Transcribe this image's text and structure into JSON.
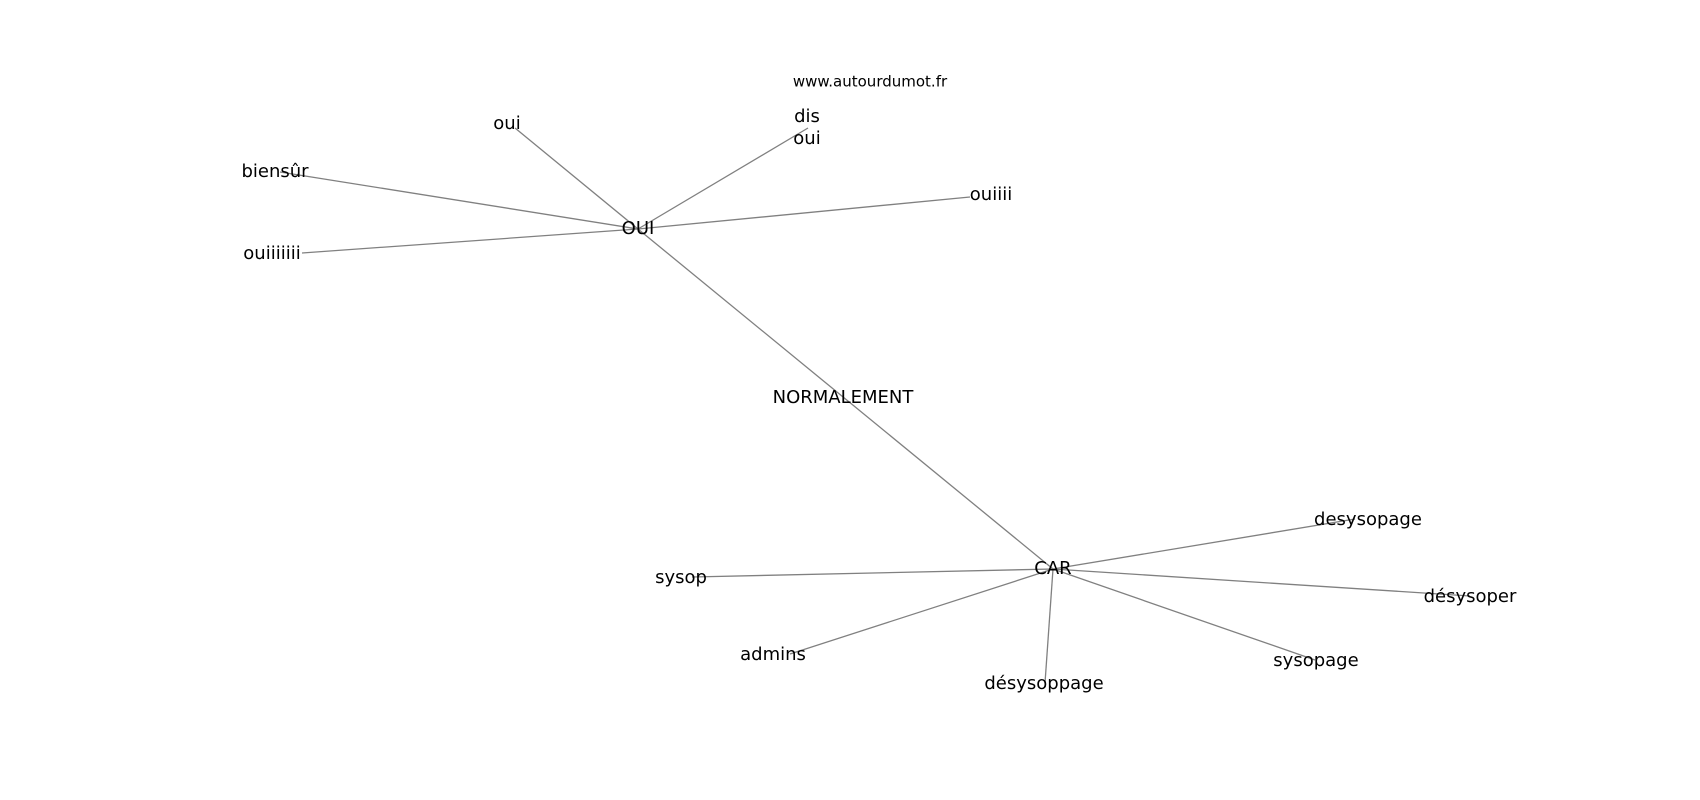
{
  "source": "www.autourdumot.fr",
  "center": {
    "label": "NORMALEMENT"
  },
  "hubs": {
    "oui_hub": {
      "label": "OUI"
    },
    "car_hub": {
      "label": "CAR"
    }
  },
  "oui_leaves": [
    {
      "label": "oui"
    },
    {
      "label": "dis\noui"
    },
    {
      "label": "biensûr"
    },
    {
      "label": "ouiiii"
    },
    {
      "label": "ouiiiiiii"
    }
  ],
  "car_leaves": [
    {
      "label": "desysopage"
    },
    {
      "label": "sysop"
    },
    {
      "label": "désysoper"
    },
    {
      "label": "admins"
    },
    {
      "label": "sysopage"
    },
    {
      "label": "désysoppage"
    }
  ]
}
